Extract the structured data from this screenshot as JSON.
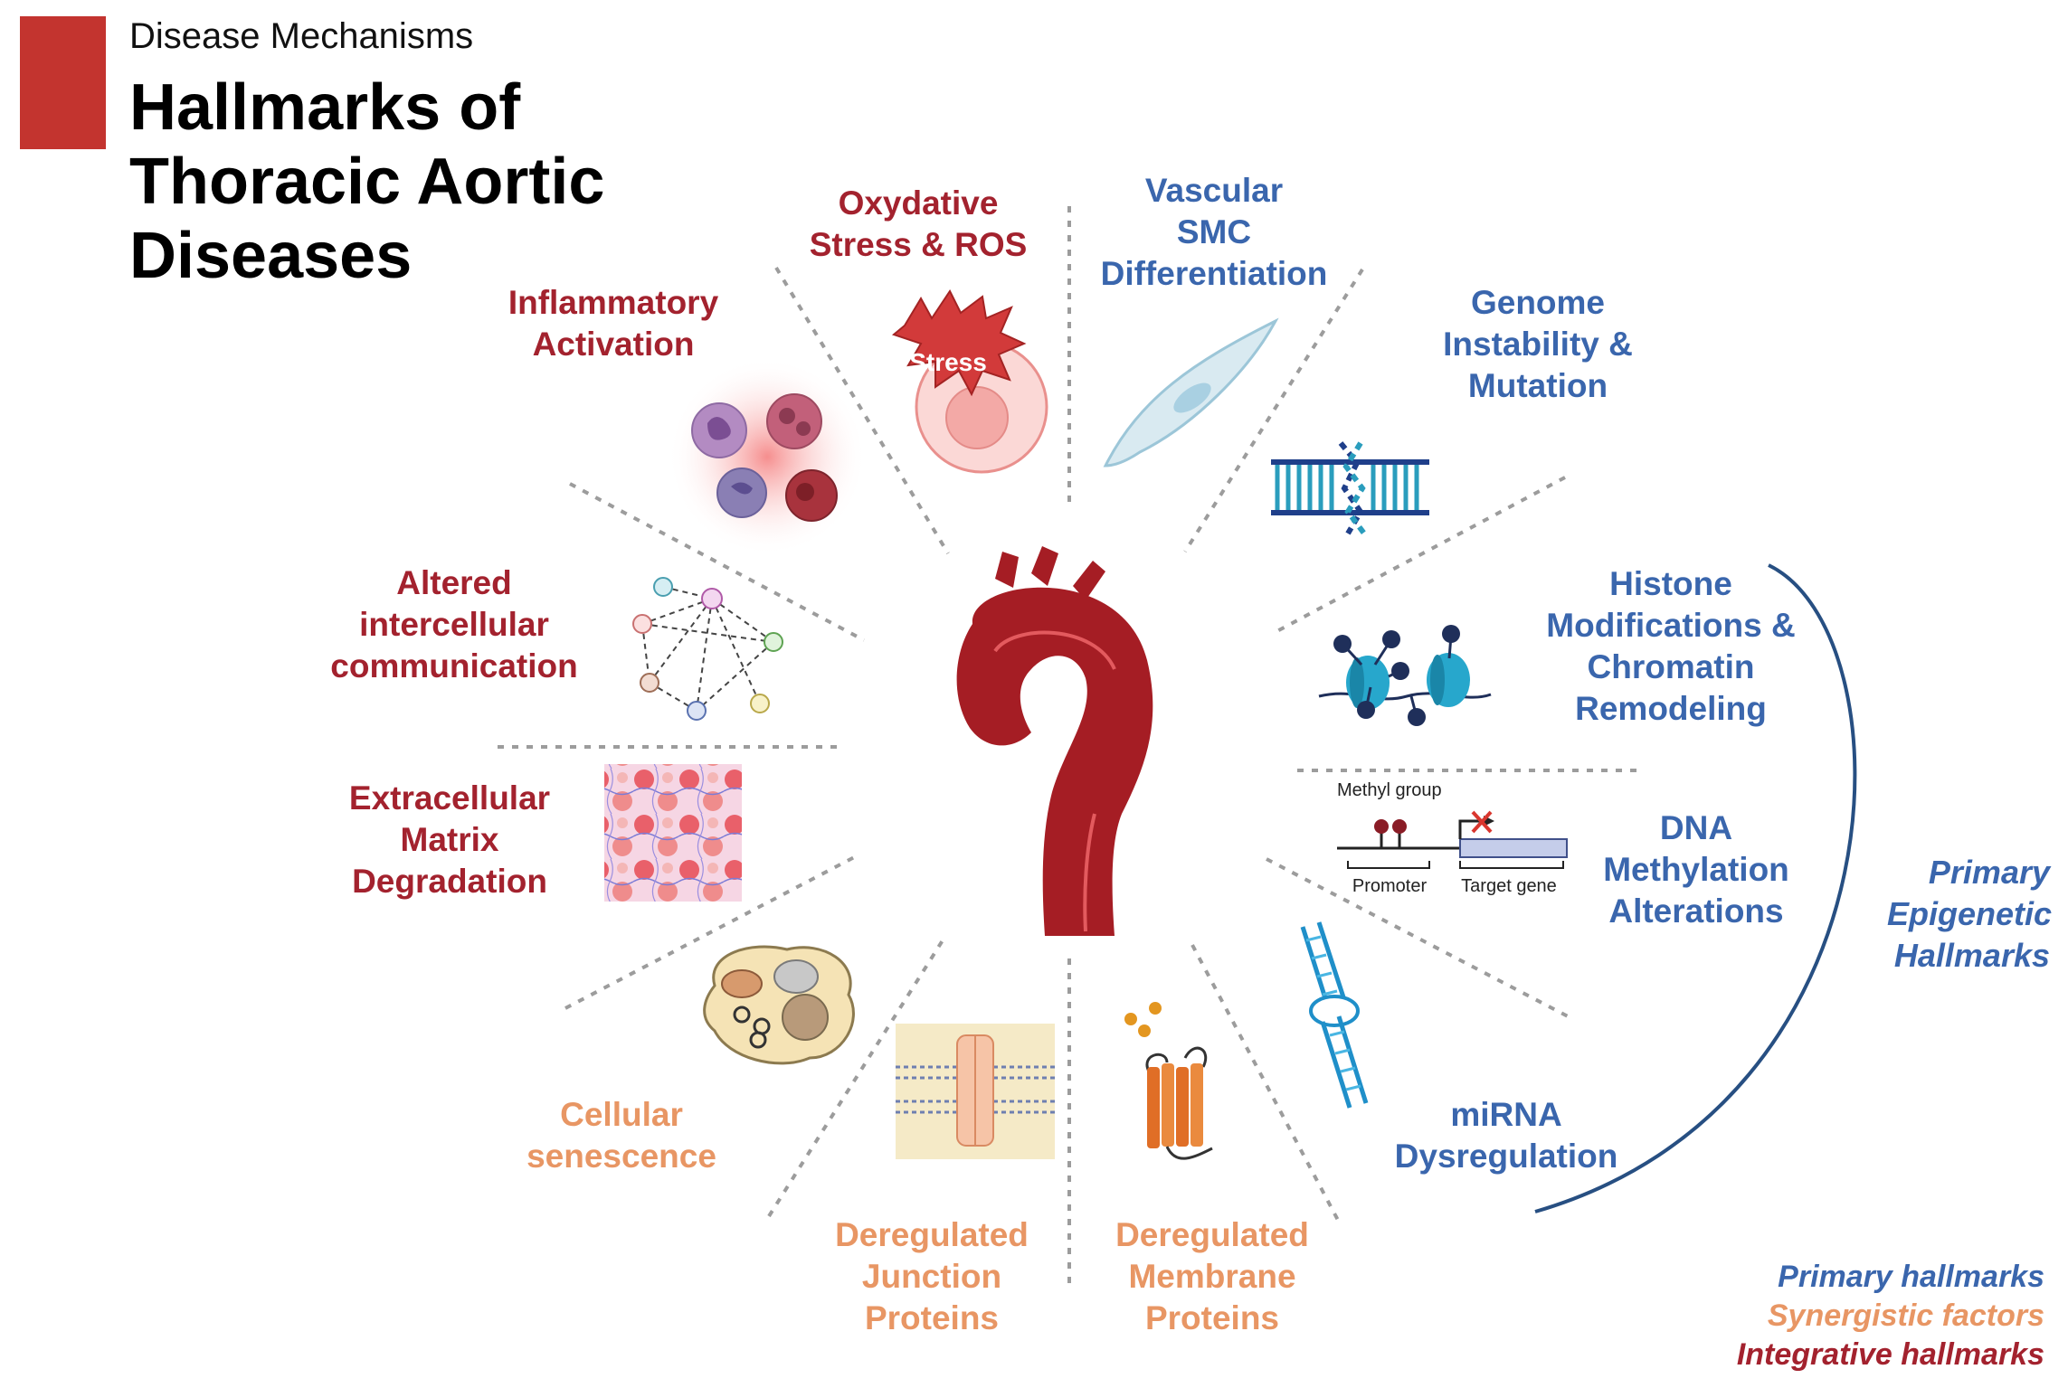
{
  "header": {
    "category": "Disease Mechanisms",
    "title_lines": [
      "Hallmarks of",
      "Thoracic Aortic",
      "Diseases"
    ]
  },
  "hallmarks": {
    "oxidative": [
      "Oxydative",
      "Stress & ROS"
    ],
    "vascular": [
      "Vascular",
      "SMC",
      "Differentiation"
    ],
    "genome": [
      "Genome",
      "Instability &",
      "Mutation"
    ],
    "histone": [
      "Histone",
      "Modifications &",
      "Chromatin",
      "Remodeling"
    ],
    "dna_meth": [
      "DNA",
      "Methylation",
      "Alterations"
    ],
    "mirna": [
      "miRNA",
      "Dysregulation"
    ],
    "inflammatory": [
      "Inflammatory",
      "Activation"
    ],
    "intercellular": [
      "Altered",
      "intercellular",
      "communication"
    ],
    "ecm": [
      "Extracellular",
      "Matrix",
      "Degradation"
    ],
    "senescence": [
      "Cellular",
      "senescence"
    ],
    "junction": [
      "Deregulated",
      "Junction",
      "Proteins"
    ],
    "membrane": [
      "Deregulated",
      "Membrane",
      "Proteins"
    ]
  },
  "icons": {
    "stress_text": "Stress",
    "methyl_group": "Methyl group",
    "promoter": "Promoter",
    "target_gene": "Target gene"
  },
  "epigenetic_label": [
    "Primary",
    "Epigenetic",
    "Hallmarks"
  ],
  "legend": {
    "primary": "Primary hallmarks",
    "synergistic": "Synergistic factors",
    "integrative": "Integrative hallmarks"
  },
  "colors": {
    "integrative": "#a3222e",
    "primary": "#3a66ad",
    "synergistic": "#e89664",
    "aorta": "#a51d24",
    "header_block": "#c3342f"
  }
}
